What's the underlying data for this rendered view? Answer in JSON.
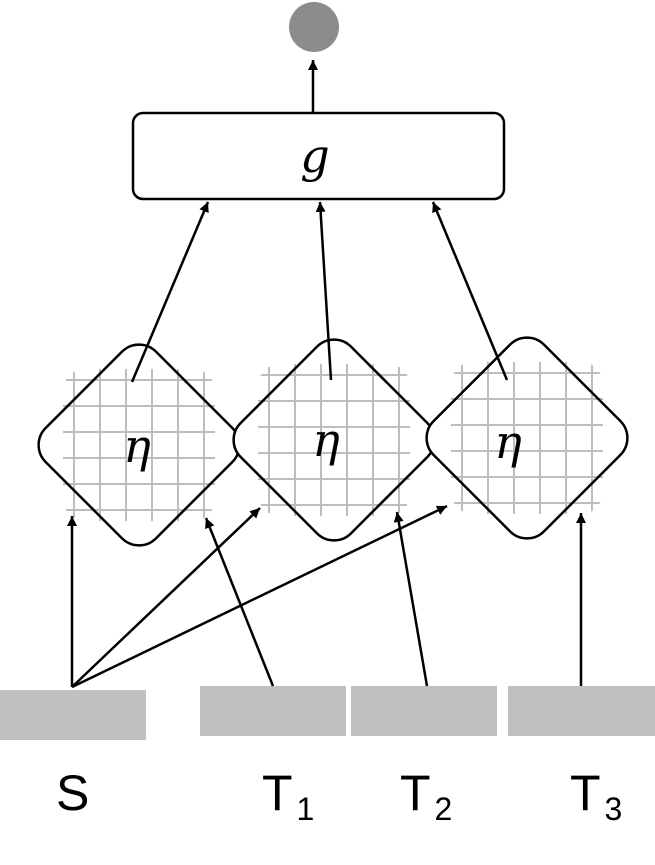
{
  "diagram": {
    "aggregator": {
      "label": "g"
    },
    "modules": [
      {
        "label": "η"
      },
      {
        "label": "η"
      },
      {
        "label": "η"
      }
    ],
    "inputs": [
      {
        "label": "S",
        "sub": ""
      },
      {
        "label": "T",
        "sub": "1"
      },
      {
        "label": "T",
        "sub": "2"
      },
      {
        "label": "T",
        "sub": "3"
      }
    ],
    "colors": {
      "stroke": "#000000",
      "grid": "#bdbdbd",
      "input_block": "#c0c0c0",
      "output_node": "#8c8c8c"
    }
  }
}
